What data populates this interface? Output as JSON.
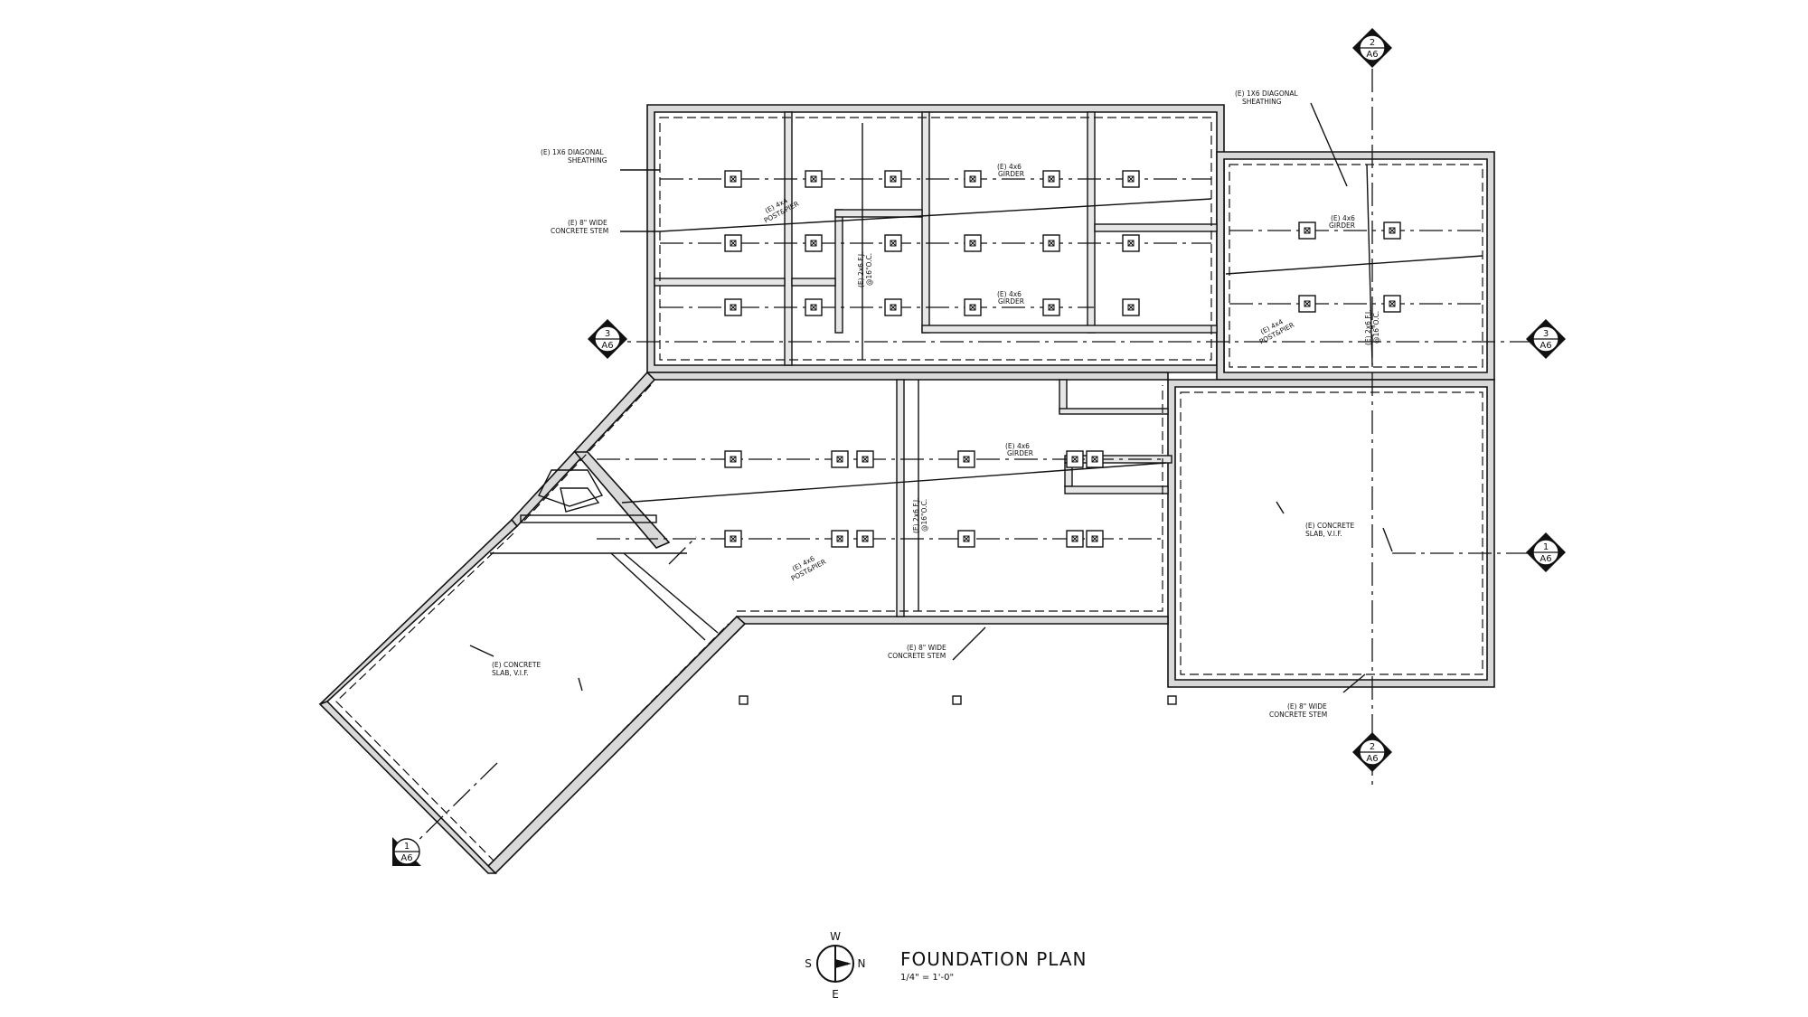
{
  "title": "FOUNDATION PLAN",
  "scale": "1/4\" = 1'-0\"",
  "compass": {
    "north": "N",
    "south": "S",
    "east": "E",
    "west": "W"
  },
  "section_tags": [
    {
      "id": "tag-2-top",
      "number": "2",
      "sheet": "A6"
    },
    {
      "id": "tag-2-bottom",
      "number": "2",
      "sheet": "A6"
    },
    {
      "id": "tag-3-left",
      "number": "3",
      "sheet": "A6"
    },
    {
      "id": "tag-3-right",
      "number": "3",
      "sheet": "A6"
    },
    {
      "id": "tag-1-right",
      "number": "1",
      "sheet": "A6"
    },
    {
      "id": "tag-1-left",
      "number": "1",
      "sheet": "A6"
    }
  ],
  "notes": {
    "diag_sheathing_left_1": "(E) 1X6 DIAGONAL",
    "diag_sheathing_left_2": "SHEATHING",
    "diag_sheathing_right_1": "(E) 1X6 DIAGONAL",
    "diag_sheathing_right_2": "SHEATHING",
    "stem_left_1": "(E) 8\" WIDE",
    "stem_left_2": "CONCRETE STEM",
    "stem_mid_1": "(E) 8\" WIDE",
    "stem_mid_2": "CONCRETE STEM",
    "stem_right_1": "(E) 8\" WIDE",
    "stem_right_2": "CONCRETE STEM",
    "girder_a_1": "(E) 4x6",
    "girder_a_2": "GIRDER",
    "girder_b_1": "(E) 4x6",
    "girder_b_2": "GIRDER",
    "girder_c_1": "(E) 4x6",
    "girder_c_2": "GIRDER",
    "girder_d_1": "(E) 4x6",
    "girder_d_2": "GIRDER",
    "post_a_1": "(E) 4x4",
    "post_a_2": "POST&PIER",
    "post_b_1": "(E) 4x4",
    "post_b_2": "POST&PIER",
    "post_c_1": "(E) 4x6",
    "post_c_2": "POST&PIER",
    "joist_a_1": "(E) 2x6 F.J.",
    "joist_a_2": "@16\"O.C.",
    "joist_b_1": "(E) 2x6 F.J.",
    "joist_b_2": "@16\"O.C.",
    "joist_c_1": "(E) 2x6 F.J.",
    "joist_c_2": "@16\"O.C.",
    "slab_right_1": "(E) CONCRETE",
    "slab_right_2": "SLAB, V.I.F.",
    "slab_left_1": "(E) CONCRETE",
    "slab_left_2": "SLAB, V.I.F."
  }
}
